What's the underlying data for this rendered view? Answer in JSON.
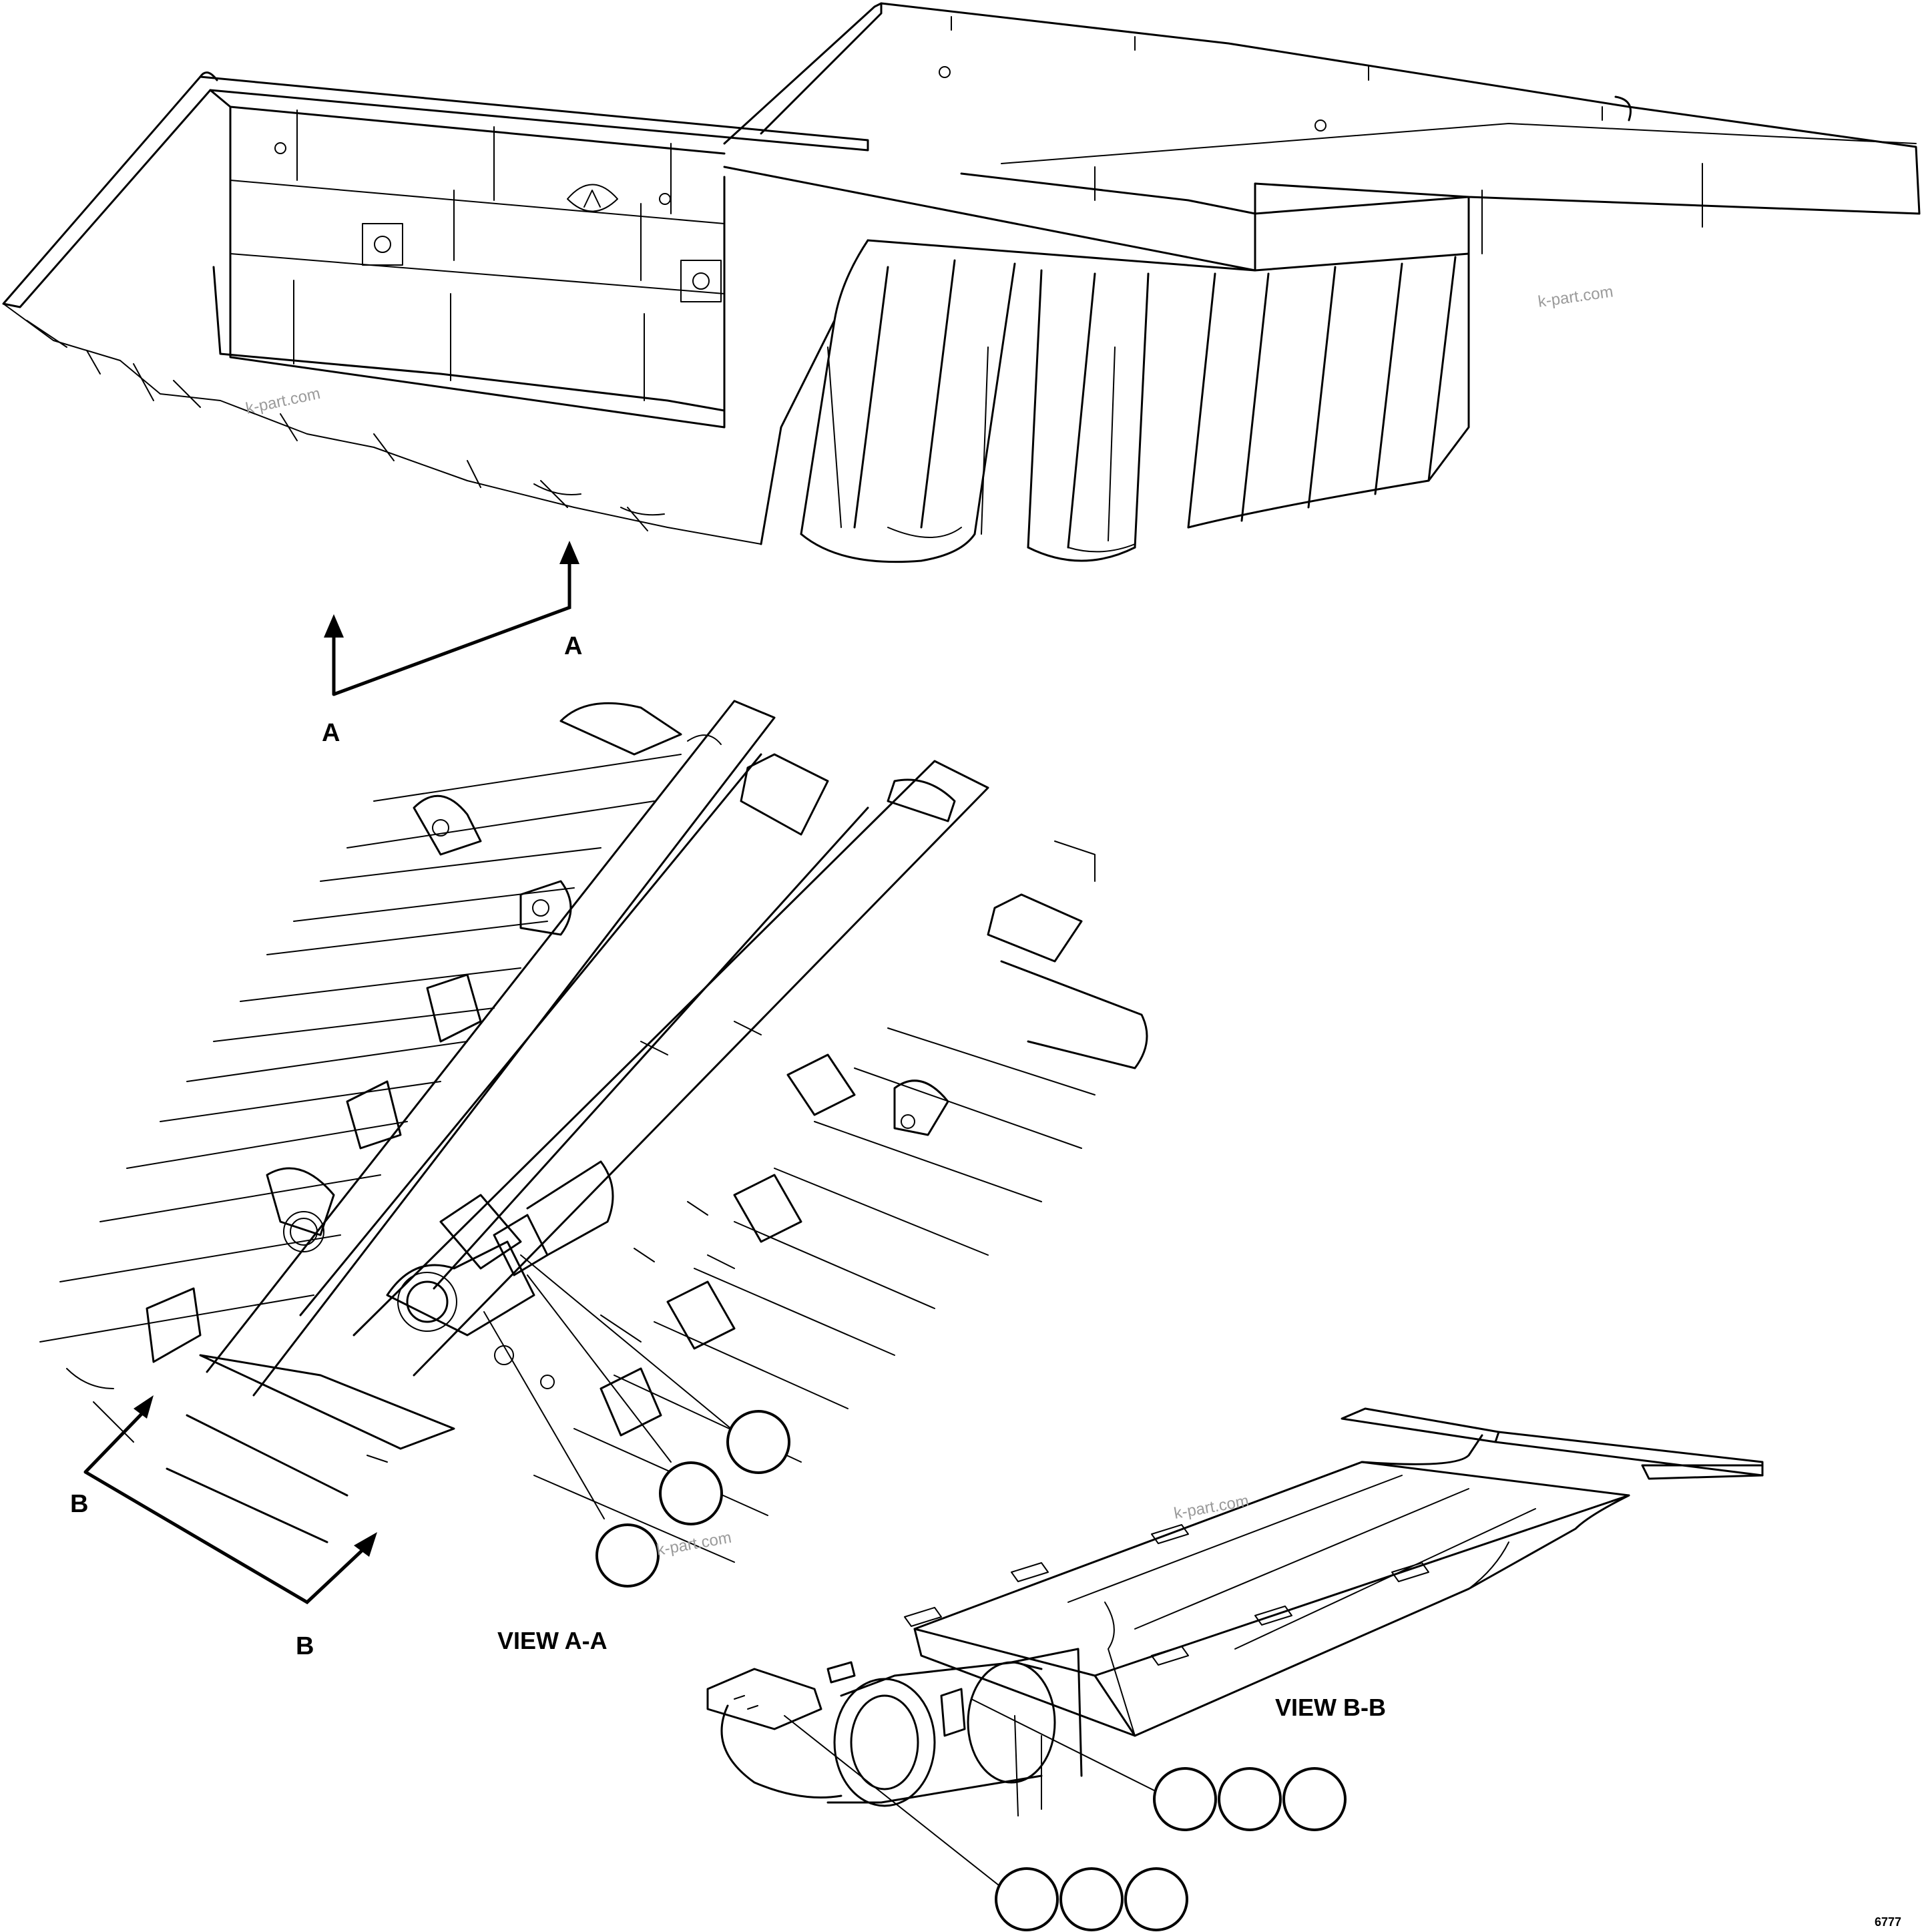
{
  "section_labels": {
    "a_left": "A",
    "a_right": "A",
    "b_top": "B",
    "b_bottom": "B"
  },
  "view_titles": {
    "view_aa": "VIEW A-A",
    "view_bb": "VIEW B-B"
  },
  "watermarks": [
    "k-part.com",
    "k-part.com",
    "k-part.com",
    "k-part.com"
  ],
  "corner_code": "6777",
  "callouts": {
    "view_aa": [
      "",
      "",
      ""
    ],
    "view_bb_upper": [
      "",
      "",
      ""
    ],
    "view_bb_lower": [
      "",
      "",
      ""
    ]
  }
}
